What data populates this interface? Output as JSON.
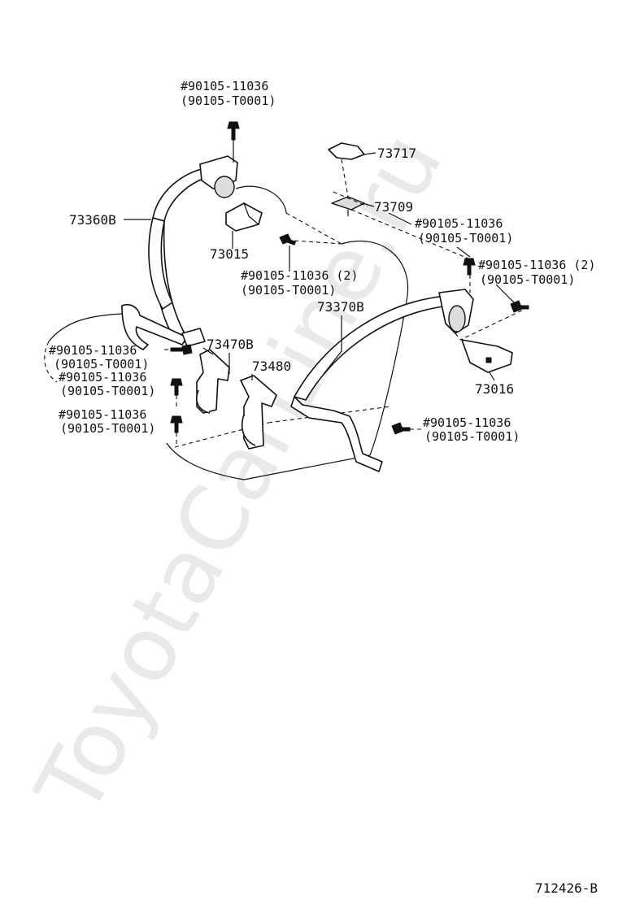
{
  "watermark": "ToyotaCarLine.ru",
  "diagram_id": "712426-B",
  "labels": {
    "bolt_top_part": "#90105-11036",
    "bolt_top_alt": "(90105-T0001)",
    "retractor_left": "73360B",
    "bracket_left": "73015",
    "bolt_bracket_left_part": "#90105-11036 (2)",
    "bolt_bracket_left_alt": "(90105-T0001)",
    "cover_top": "73717",
    "clip_top": "73709",
    "bolt_mid_right_part": "#90105-11036",
    "bolt_mid_right_alt": "(90105-T0001)",
    "bolt_bracket_right_part": "#90105-11036 (2)",
    "bolt_bracket_right_alt": "(90105-T0001)",
    "retractor_right": "73370B",
    "bracket_right": "73016",
    "bolt_left_anchor_part": "#90105-11036",
    "bolt_left_anchor_alt": "(90105-T0001)",
    "buckle_left": "73470B",
    "buckle_right": "73480",
    "bolt_buckle1_part": "#90105-11036",
    "bolt_buckle1_alt": "(90105-T0001)",
    "bolt_buckle2_part": "#90105-11036",
    "bolt_buckle2_alt": "(90105-T0001)",
    "bolt_right_anchor_part": "#90105-11036",
    "bolt_right_anchor_alt": "(90105-T0001)"
  }
}
